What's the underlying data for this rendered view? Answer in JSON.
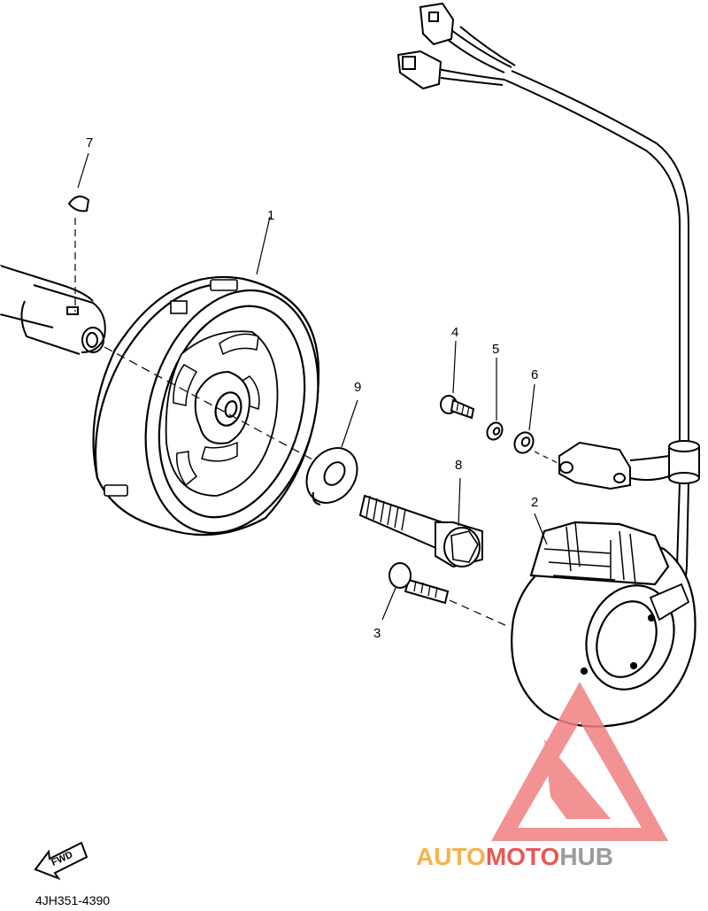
{
  "callouts": {
    "c1": "1",
    "c2": "2",
    "c3": "3",
    "c4": "4",
    "c5": "5",
    "c6": "6",
    "c7": "7",
    "c8": "8",
    "c9": "9"
  },
  "fwd_label": "FWD",
  "diagram_code": "4JH351-4390",
  "watermark": {
    "part1": "AUTO",
    "part2": "MOTO",
    "part3": "HUB",
    "colors": {
      "auto": "#f0a630",
      "moto": "#e23b3b",
      "hub": "#8a8a8a",
      "triangle": "#f08080"
    }
  }
}
